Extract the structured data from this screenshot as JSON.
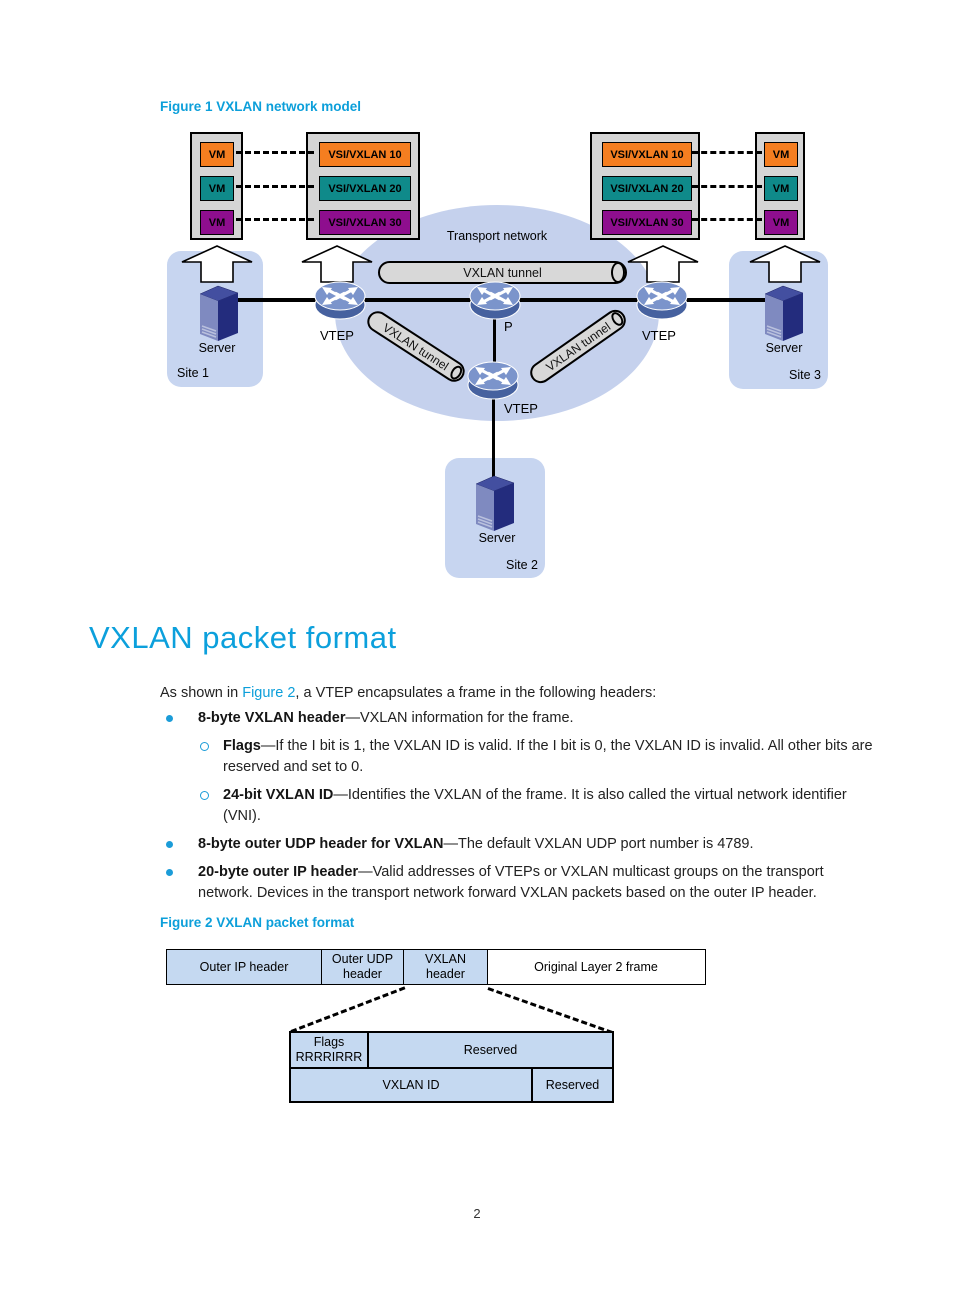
{
  "page": {
    "number": "2"
  },
  "figure1": {
    "caption": "Figure 1 VXLAN network model",
    "transport_label": "Transport network",
    "tunnel_label": "VXLAN tunnel",
    "tunnel_left_label": "VXLAN tunnel",
    "tunnel_right_label": "VXLAN tunnel",
    "vm_label": "VM",
    "vsi": [
      "VSI/VXLAN 10",
      "VSI/VXLAN 20",
      "VSI/VXLAN 30"
    ],
    "vtep_label": "VTEP",
    "p_label": "P",
    "server_label": "Server",
    "sites": [
      "Site 1",
      "Site 2",
      "Site 3"
    ],
    "colors": {
      "vxlan10": "#f57e20",
      "vxlan20": "#0f8a8a",
      "vxlan30": "#8e0e8e",
      "site_fill": "#c7d5f0",
      "transport_fill": "#c5d1ed",
      "container_fill": "#d5d5d5",
      "tunnel_fill": "#d8d8d8",
      "router_top": "#7b94cb",
      "router_bottom": "#46619f",
      "server_dark": "#232c7d",
      "server_light": "#7f8ac0"
    }
  },
  "section": {
    "title": "VXLAN packet format",
    "intro": {
      "pre": "As shown in ",
      "link": "Figure 2",
      "post": ", a VTEP encapsulates a frame in the following headers:"
    },
    "bullets": [
      {
        "lead": "8-byte VXLAN header",
        "rest": "—VXLAN information for the frame."
      },
      {
        "lead": "Flags",
        "rest": "—If the I bit is 1, the VXLAN ID is valid. If the I bit is 0, the VXLAN ID is invalid. All other bits are reserved and set to 0."
      },
      {
        "lead": "24-bit VXLAN ID",
        "rest": "—Identifies the VXLAN of the frame. It is also called the virtual network identifier (VNI)."
      },
      {
        "lead": "8-byte outer UDP header for VXLAN",
        "rest": "—The default VXLAN UDP port number is 4789."
      },
      {
        "lead": "20-byte outer IP header",
        "rest": "—Valid addresses of VTEPs or VXLAN multicast groups on the transport network. Devices in the transport network forward VXLAN packets based on the outer IP header."
      }
    ]
  },
  "figure2": {
    "caption": "Figure 2 VXLAN packet format",
    "row1": [
      "Outer IP header",
      "Outer UDP header",
      "VXLAN header",
      "Original Layer 2 frame"
    ],
    "flags_line1": "Flags",
    "flags_line2": "RRRRIRRR",
    "reserved_top": "Reserved",
    "vxlan_id": "VXLAN ID",
    "reserved_bottom": "Reserved",
    "cell_fill": "#c5d9f1"
  }
}
